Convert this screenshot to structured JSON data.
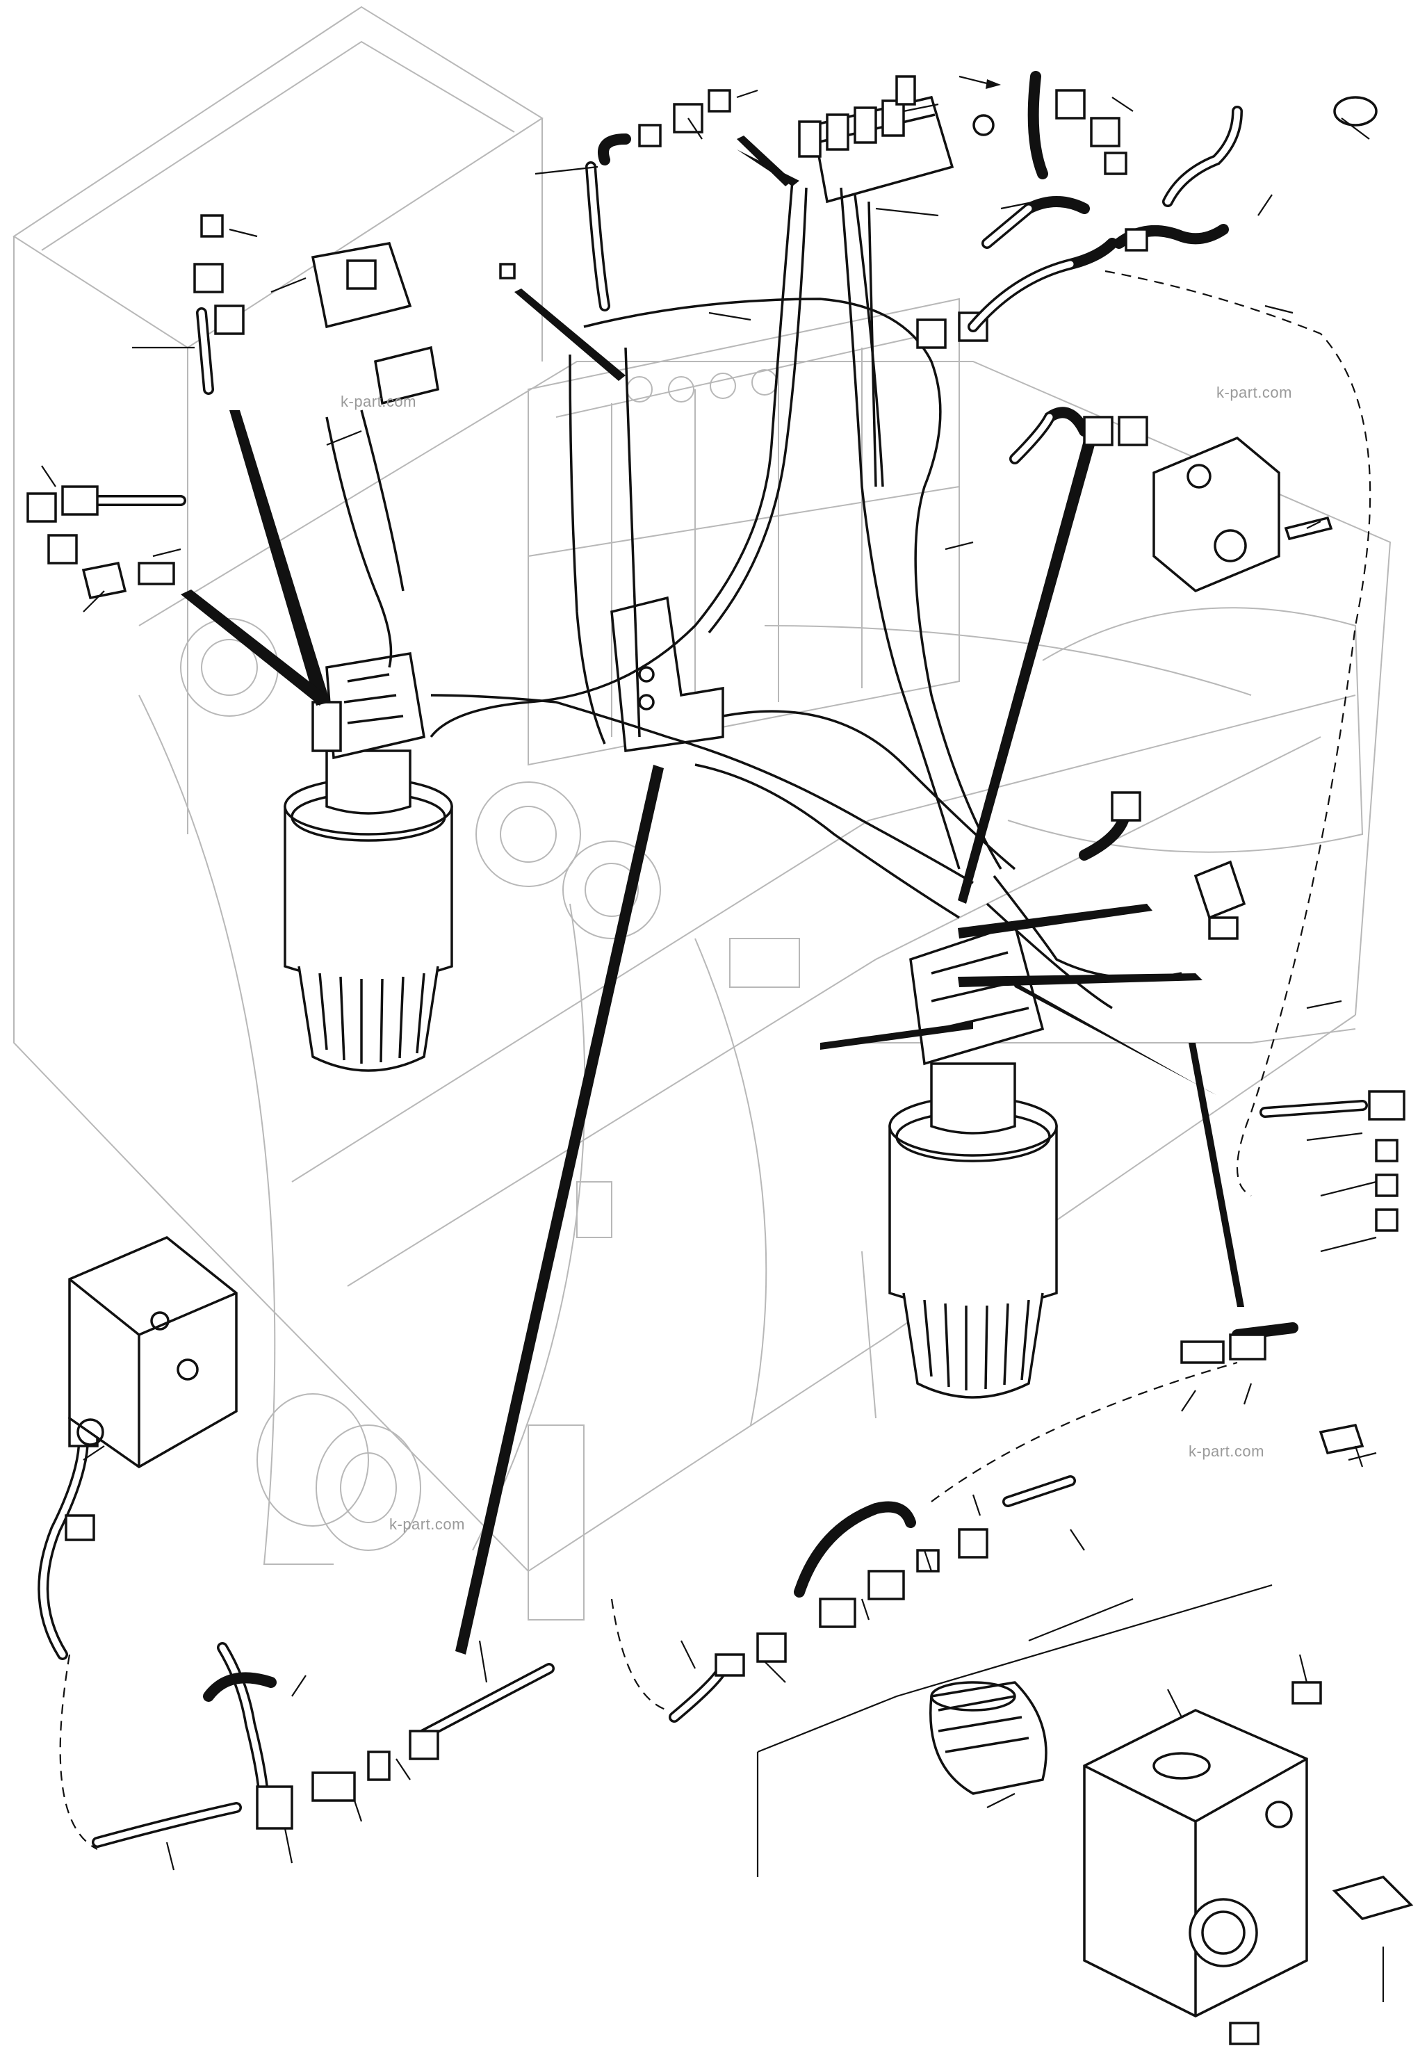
{
  "watermarks": [
    "k-part.com",
    "k-part.com",
    "k-part.com",
    "k-part.com"
  ],
  "parts": {
    "main_frame": "upper-frame",
    "left_motor": "swing-motor-left",
    "right_motor": "swing-motor-right",
    "bottom_valve": "valve-block-detail",
    "cartridge": "cartridge-detail"
  },
  "colors": {
    "ink": "#111111",
    "faint": "#b8b8b8",
    "background": "#ffffff"
  }
}
